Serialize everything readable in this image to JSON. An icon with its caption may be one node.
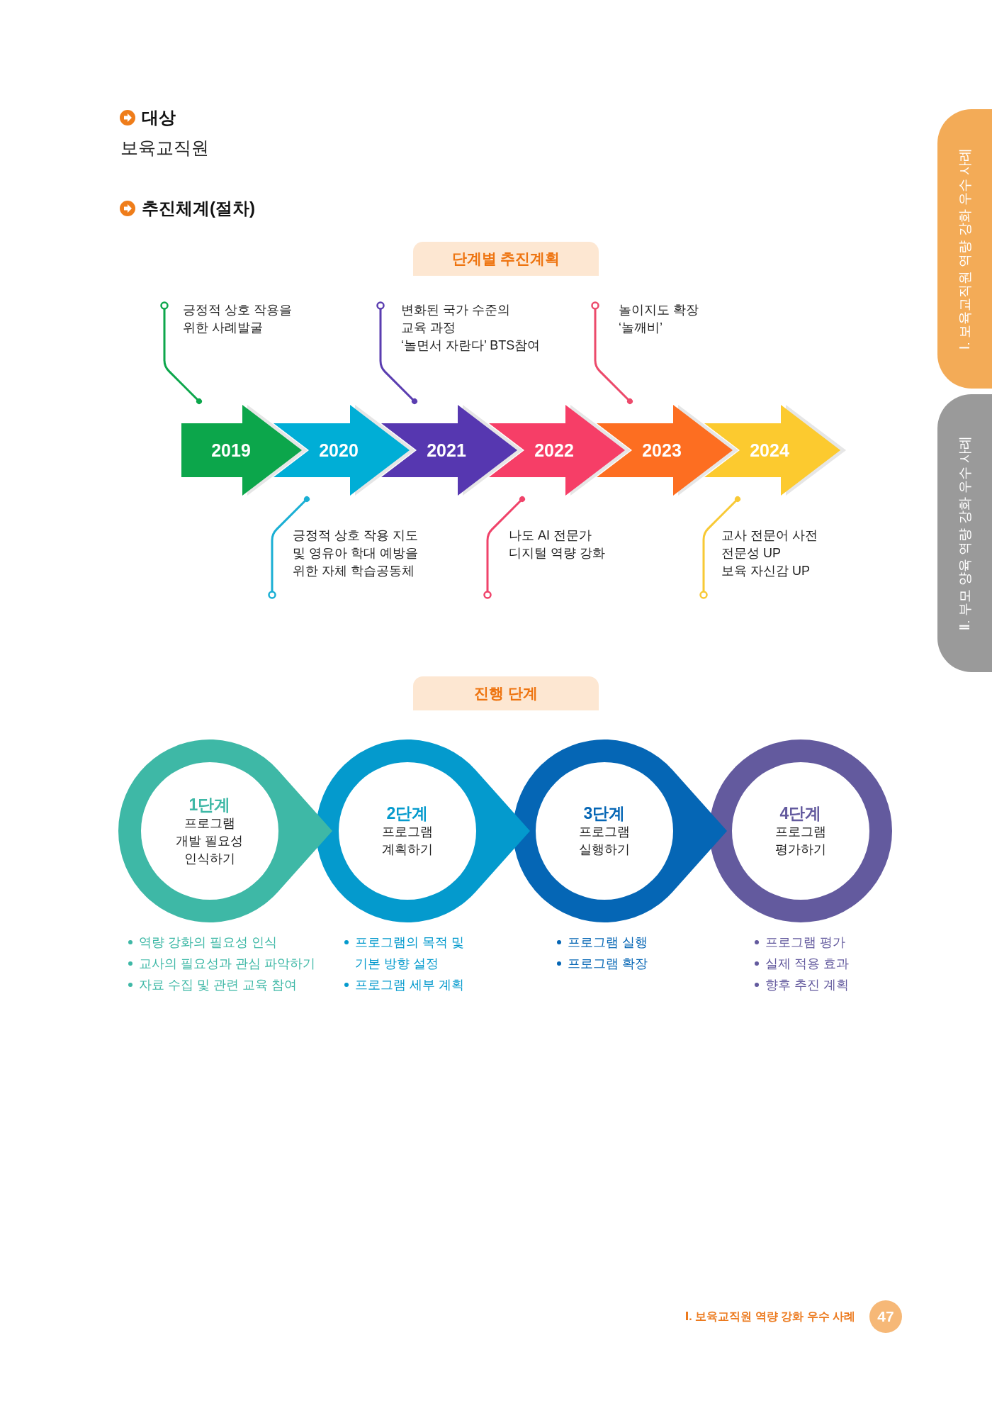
{
  "diagram": {
    "nodes": [
      {
        "text": [
          "단계별 추진계획"
        ]
      },
      {
        "text": [
          "2019"
        ]
      },
      {
        "text": [
          "2020"
        ]
      },
      {
        "text": [
          "2021"
        ]
      },
      {
        "text": [
          "2022"
        ]
      },
      {
        "text": [
          "2023"
        ]
      },
      {
        "text": [
          "2024"
        ]
      },
      {
        "text": [
          "긍정적 상호 작용을 위한 사례발굴"
        ]
      },
      {
        "text": [
          "긍정적 상호 작용 지도 및 영유아 학대 예방을 위한 자체 학습공동체"
        ]
      },
      {
        "text": [
          "변화된 국가 수준의 교육 과정",
          "‘놀면서 자란다’ BTS참여"
        ]
      },
      {
        "text": [
          "나도 AI 전문가 디지털 역량 강화"
        ]
      },
      {
        "text": [
          "놀이지도 확장 ‘놀깨비’"
        ]
      },
      {
        "text": [
          "교사 전문어 사전",
          "전문성 UP",
          "보육 자신감 UP"
        ]
      },
      {
        "text": [
          "진행 단계"
        ]
      },
      {
        "text": [
          "1단계",
          "프로그램 개발 필요성 인식하기"
        ],
        "beside": [
          "역량 강화의 필요성 인식",
          "교사의 필요성과 관심 파악하기",
          "자료 수집 및 관련 교육 참여"
        ]
      },
      {
        "text": [
          "2단계",
          "프로그램 계획하기"
        ],
        "beside": [
          "프로그램의 목적 및 기본 방향 설정",
          "프로그램 세부 계획"
        ]
      },
      {
        "text": [
          "3단계",
          "프로그램 실행하기"
        ],
        "beside": [
          "프로그램 실행",
          "프로그램 확장"
        ]
      },
      {
        "text": [
          "4단계",
          "프로그램 평가하기"
        ],
        "beside": [
          "프로그램 평가",
          "실제 적용 효과",
          "향후 추진 계획"
        ]
      },
      {
        "text": [
          "Ⅰ. 보육교직원 역량 강화 우수 사례"
        ]
      },
      {
        "text": [
          "Ⅱ. 부모 양육 역량 강화 우수 사례"
        ]
      },
      {
        "text": [
          "47"
        ]
      }
    ],
    "edges": [
      {
        "from": 7,
        "to": 1,
        "arrow": "other",
        "color": "#0ca64b"
      },
      {
        "from": 8,
        "to": 2,
        "arrow": "other",
        "color": "#1aafd4"
      },
      {
        "from": 9,
        "to": 3,
        "arrow": "other",
        "color": "#5a3db0"
      },
      {
        "from": 10,
        "to": 4,
        "arrow": "other",
        "color": "#f0436a"
      },
      {
        "from": 11,
        "to": 5,
        "arrow": "other",
        "color": "#ec4a6b"
      },
      {
        "from": 12,
        "to": 6,
        "arrow": "other",
        "color": "#f8c935"
      }
    ],
    "labels": [
      "대상",
      "보육교직원",
      "추진체계(절차)",
      "Ⅰ. 보육교직원 역량 강화 우수 사례"
    ]
  }
}
